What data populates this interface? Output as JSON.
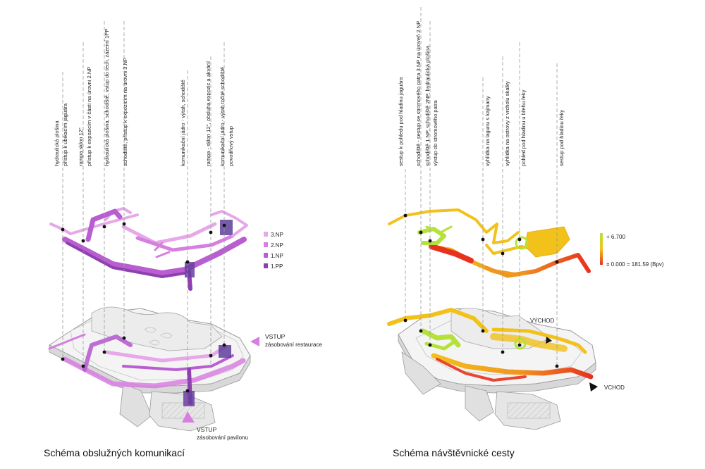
{
  "left": {
    "caption": "Schéma obslužných komunikací",
    "callouts": [
      "hydraulická plošina",
      "přístup k ubikacím jaguára",
      "rampa sklon 12°",
      "přístup k expozicím v části  na úrovni 2.NP",
      "hydraulická plošina, schodiště, vstup do tech. zázemí 1PP",
      "schodiště, přístup k expozicím na úrovni 3.NP",
      "komunikační jádro - výtah, schodiště",
      "rampa - sklon 12°, obsluha expozic a akvárií",
      "komunikační jádro - výtah točité schodiště",
      "povodňový vstup"
    ],
    "legend": [
      {
        "label": "3.NP",
        "color": "#e6a8e8"
      },
      {
        "label": "2.NP",
        "color": "#d77fe0"
      },
      {
        "label": "1.NP",
        "color": "#b85ed0"
      },
      {
        "label": "1.PP",
        "color": "#8e3fb0"
      }
    ],
    "entrance_restaurant": {
      "title": "VSTUP",
      "subtitle": "zásobování restaurace"
    },
    "entrance_pavilion": {
      "title": "VSTUP",
      "subtitle": "zásobování pavilonu"
    }
  },
  "right": {
    "caption": "Schéma návštěvnické cesty",
    "callouts": [
      "sestup k pohledu pod hladinu jaguára",
      "schodiště - sestup se stromového patra 3.NP na úroveň 2.NP",
      "schodiště 1.NP, schodiště 2NP, hydraulická plošina",
      "výstup do stromového patra",
      "vyhlídka na lagunu s kajmany",
      "vyhlídka na ostrovy z vrcholu skalky",
      "pohled pod hladinu u břehu řeky",
      "sestup pod hladinu řeky"
    ],
    "scale": {
      "max": "+ 6.700",
      "min": "± 0.000 = 181.59 (Bpv)",
      "color_max": "#b5e23a",
      "color_min": "#e8321e"
    },
    "exit_label": "VÝCHOD",
    "entrance_label": "VCHOD"
  },
  "colors": {
    "purple_dark": "#8e3fb0",
    "purple_light": "#e6a8e8",
    "path_yellow": "#f2c21b",
    "path_orange": "#f0951f",
    "path_red": "#e8321e",
    "path_green": "#b5e23a"
  }
}
